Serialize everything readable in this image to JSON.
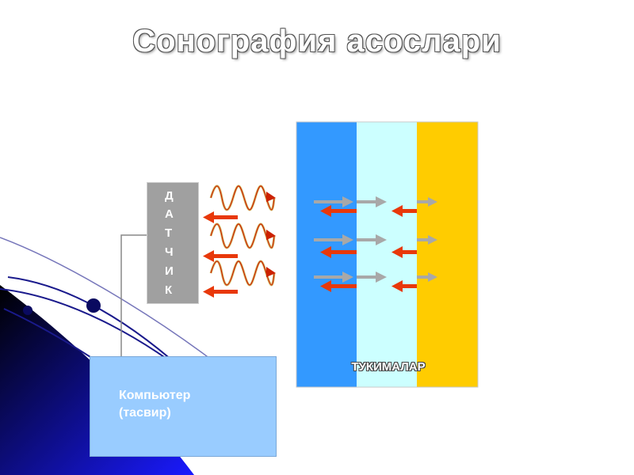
{
  "title": "Сонография асослари",
  "sensor": {
    "letters": [
      "Д",
      "А",
      "Т",
      "Ч",
      "И",
      "К"
    ]
  },
  "computer": {
    "line1": "Компьютер",
    "line2": "(тасвир)"
  },
  "tissues": {
    "label": "ТУКИМАЛАР",
    "colors": [
      "#3399ff",
      "#ccffff",
      "#ffcc00"
    ]
  },
  "arrows": {
    "incident_color": "#a8a8a8",
    "reflected_color": "#e8380a",
    "wave_color": "#cc2200"
  },
  "background": {
    "gradient_from": "#000000",
    "gradient_to": "#1a1aff"
  }
}
